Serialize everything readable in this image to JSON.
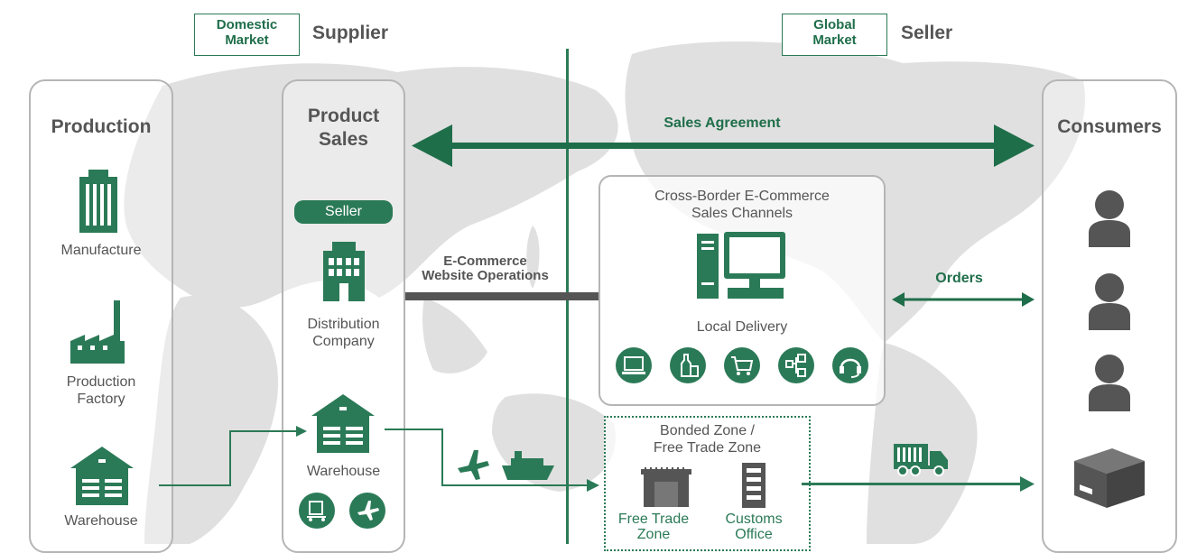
{
  "header": {
    "domestic_tag": "Domestic\nMarket",
    "supplier": "Supplier",
    "global_tag": "Global\nMarket",
    "seller": "Seller"
  },
  "production": {
    "title": "Production",
    "manufacture": "Manufacture",
    "factory": "Production\nFactory",
    "warehouse": "Warehouse"
  },
  "product_sales": {
    "title": "Product\nSales",
    "seller_pill": "Seller",
    "distribution": "Distribution\nCompany",
    "warehouse": "Warehouse"
  },
  "arrows": {
    "sales_agreement": "Sales Agreement",
    "ecommerce_ops": "E-Commerce\nWebsite Operations",
    "orders": "Orders"
  },
  "channels": {
    "title": "Cross-Border E-Commerce\nSales Channels",
    "local_delivery": "Local Delivery",
    "icons": [
      "laptop-icon",
      "bottle-icon",
      "cart-icon",
      "flowchart-icon",
      "headset-icon"
    ]
  },
  "bonded": {
    "title": "Bonded Zone /\nFree Trade Zone",
    "free_trade": "Free Trade\nZone",
    "customs": "Customs\nOffice"
  },
  "consumers": {
    "title": "Consumers"
  },
  "colors": {
    "green": "#2b7a57",
    "dark_green": "#1f6e4a",
    "gray": "#555555",
    "map": "#dcdcdc"
  }
}
